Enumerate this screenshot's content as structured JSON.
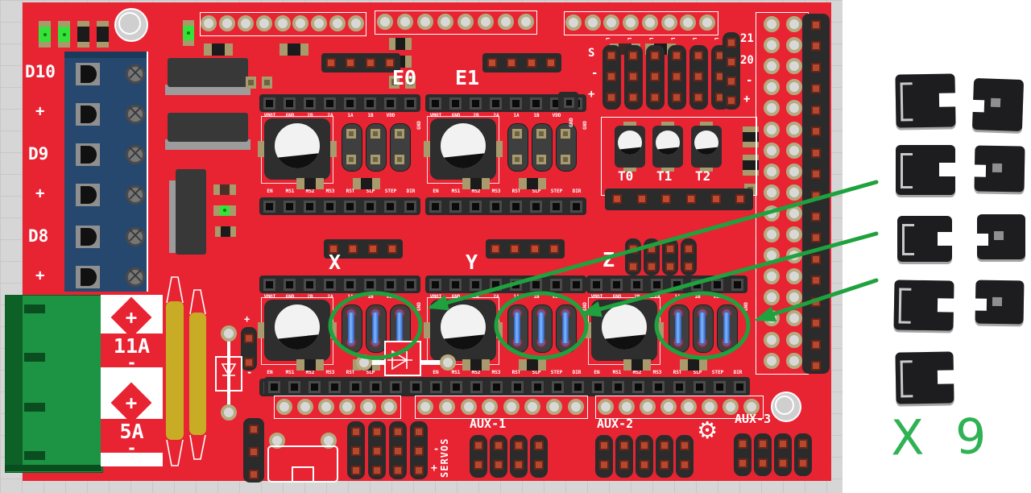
{
  "annotation": {
    "count_label": "X 9",
    "jumper_count": 9
  },
  "colors": {
    "board_red": "#e82433",
    "annotation_green": "#1fa23e",
    "jumper_blue": "#3b6fd4",
    "fuse_yellow": "#c9ac25",
    "connector_green": "#1d9443",
    "terminal_blue": "#27486e"
  },
  "board": {
    "power_terminal_labels": [
      "D10",
      "+",
      "D9",
      "+",
      "D8",
      "+"
    ],
    "fuse_ratings": [
      {
        "plus": "+",
        "value": "11A",
        "minus": "-"
      },
      {
        "plus": "+",
        "value": "5A",
        "minus": "-"
      }
    ],
    "drivers": {
      "top_pins": [
        "VMOT",
        "GND",
        "2B",
        "2A",
        "1A",
        "1B",
        "VDD",
        "GND"
      ],
      "bottom_pins": [
        "EN",
        "MS1",
        "MS2",
        "MS3",
        "RST",
        "SLP",
        "STEP",
        "DIR"
      ],
      "sockets": [
        {
          "label": "E0",
          "jumpers_installed": false
        },
        {
          "label": "E1",
          "jumpers_installed": false
        },
        {
          "label": "X",
          "jumpers_installed": true
        },
        {
          "label": "Y",
          "jumpers_installed": true
        },
        {
          "label": "Z",
          "jumpers_installed": true
        }
      ]
    },
    "thermistor_labels": [
      "T0",
      "T1",
      "T2"
    ],
    "servo_block": {
      "row_labels": [
        "S",
        "-",
        "+"
      ],
      "pin_numbers": [
        "21",
        "20"
      ],
      "right_labels": [
        "-",
        "+"
      ]
    },
    "aux_labels": [
      "AUX-1",
      "AUX-2",
      "AUX-3"
    ],
    "servos": {
      "label": "SERVOS",
      "minus": "-",
      "plus": "+"
    },
    "gnd_label": "GND"
  },
  "icons": {
    "gear": "⚙"
  }
}
